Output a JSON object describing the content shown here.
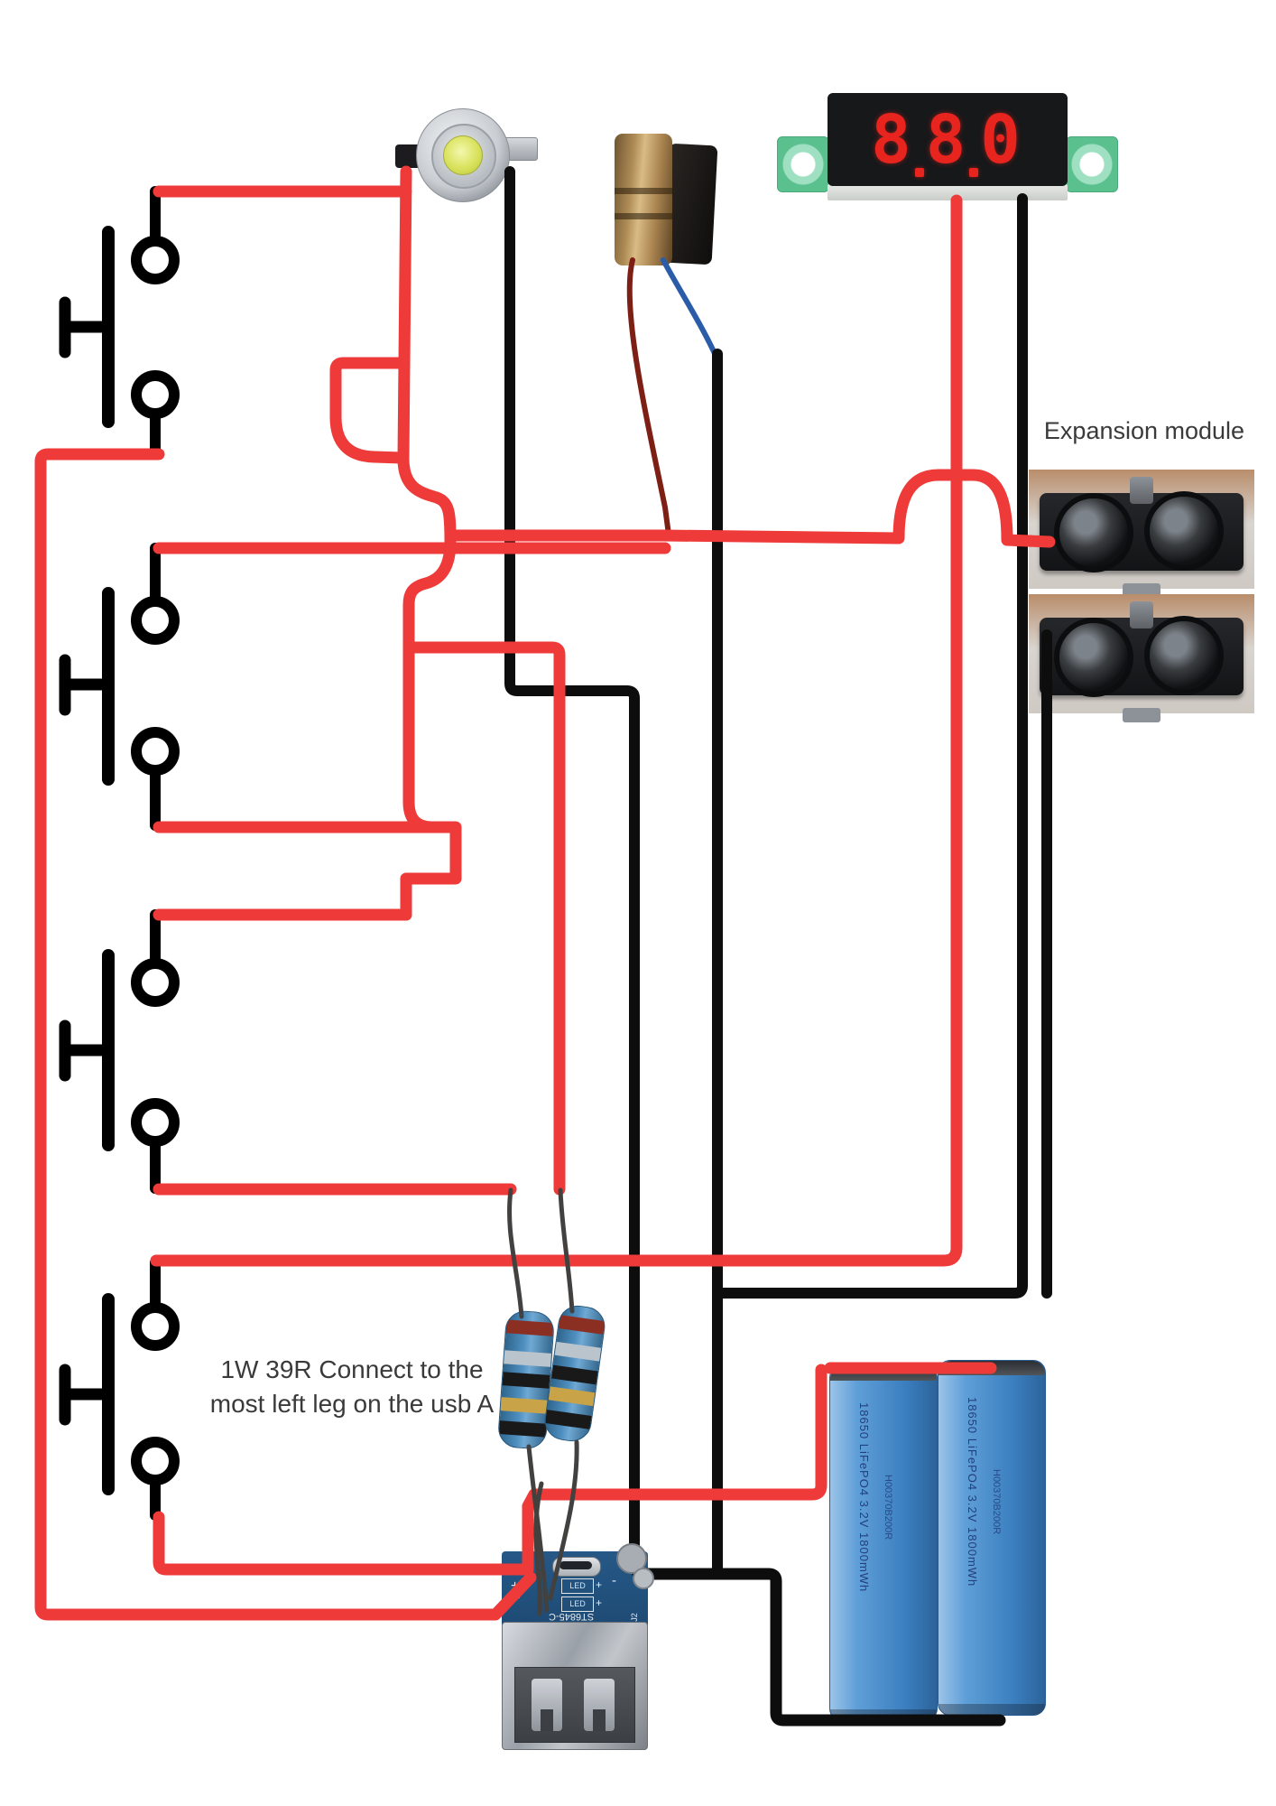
{
  "labels": {
    "expansion": "Expansion module",
    "note_line1": "1W 39R Connect to the",
    "note_line2": "most left leg on the usb A"
  },
  "voltmeter": {
    "reading": "8.8.0",
    "digits": [
      "8",
      "8",
      "0"
    ]
  },
  "usb_module": {
    "b_plus": "B+",
    "minus": "-",
    "chip": "ST6845-C",
    "led_label": "LED",
    "plus": "+",
    "j2": "J2"
  },
  "battery": {
    "side_text": "18650 LiFePO4 3.2V 1800mWh",
    "serial": "H00370B200R"
  },
  "colors": {
    "wire_red": "#ee3a38",
    "wire_black": "#0d0d0d",
    "laser_wire_red": "#7e1f16",
    "laser_wire_blue": "#2b5ca8",
    "display_red": "#e8241f",
    "pcb_blue": "#1d4a73",
    "battery_blue": "#3b7fc0",
    "label_gray": "#3a3a3a"
  }
}
